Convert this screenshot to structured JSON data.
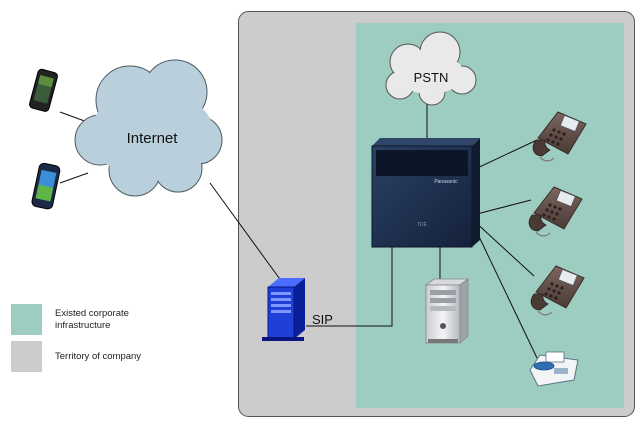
{
  "nodes": {
    "internet": "Internet",
    "pstn": "PSTN",
    "sip": "SIP",
    "pbx_brand": "Panasonic",
    "pbx_model": "TDE"
  },
  "legend": [
    {
      "label": "Existed corporate infrastructure",
      "display": "Existed corporate\ninfrastructure",
      "color": "#9dccc0"
    },
    {
      "label": "Territory of company",
      "display": "Territory of company",
      "color": "#cccccc"
    }
  ],
  "colors": {
    "territory": "#cccccc",
    "corporate": "#9dccc0",
    "cloud": "#b9cfdb",
    "pbx": "#1c2d4a",
    "sip_server": "#1f3fd6",
    "phone": "#6b5650"
  },
  "icons": [
    "cloud-icon",
    "smartphone-icon",
    "pbx-icon",
    "server-icon",
    "desk-phone-icon",
    "fax-icon"
  ]
}
